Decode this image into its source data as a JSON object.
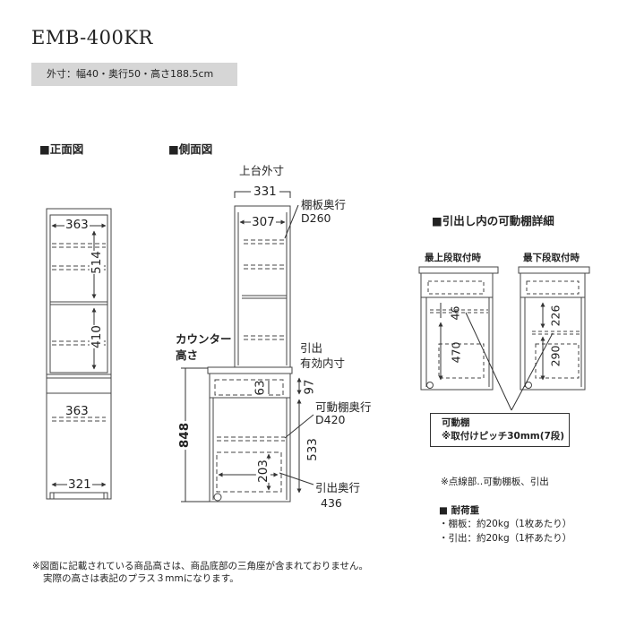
{
  "header": {
    "model": "EMB-400KR",
    "outer_size": "外寸：幅40・奥行50・高さ188.5cm"
  },
  "front_view": {
    "title": "■正面図",
    "dims": {
      "top_inner_width": "363",
      "upper_shelf_height": "514",
      "lower_shelf_height": "410",
      "counter_width": "363",
      "bottom_width": "321"
    }
  },
  "side_view": {
    "title": "■側面図",
    "top_outer_label": "上台外寸",
    "top_outer_depth": "331",
    "shelf_depth_label": "棚板奥行",
    "shelf_depth_value": "D260",
    "inner_depth": "307",
    "counter_label_1": "カウンター",
    "counter_label_2": "高さ",
    "counter_height": "848",
    "drawer_inner_label_1": "引出",
    "drawer_inner_label_2": "有効内寸",
    "drawer_height": "63",
    "drawer_gap": "97",
    "movable_shelf_label": "可動棚奥行",
    "movable_shelf_value": "D420",
    "lower_inner_height": "533",
    "drawer_box_height": "203",
    "drawer_depth_label": "引出奥行",
    "drawer_depth_value": "436"
  },
  "detail": {
    "title": "■引出し内の可動棚詳細",
    "top_label": "最上段取付時",
    "bottom_label": "最下段取付時",
    "top_small": "46",
    "top_large": "470",
    "bottom_small": "226",
    "bottom_large": "290",
    "box_line_1": "可動棚",
    "box_line_2": "※取付けピッチ30mm(7段)",
    "dotted_note": "※点線部‥可動棚板、引出"
  },
  "load": {
    "title": "■ 耐荷重",
    "shelf": "・棚板：約20kg（1枚あたり）",
    "drawer": "・引出：約20kg（1杯あたり）"
  },
  "footnote": {
    "line1": "※図面に記載されている商品高さは、商品底部の三角座が含まれておりません。",
    "line2": "実際の高さは表記のプラス３mmになります。"
  }
}
